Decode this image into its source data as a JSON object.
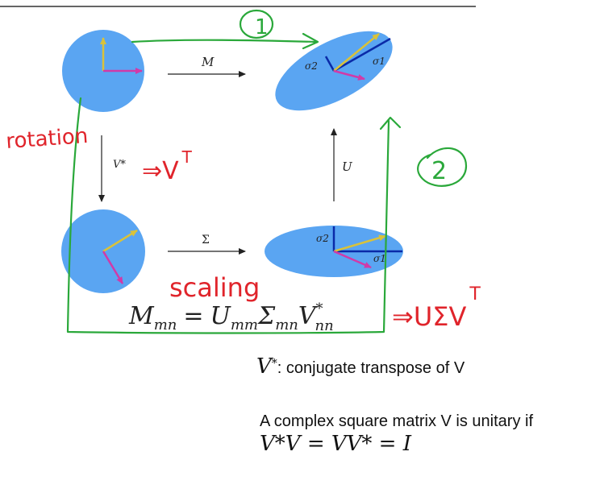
{
  "diagram": {
    "labels": {
      "M": "M",
      "U": "U",
      "Sigma": "Σ",
      "V_star": "V*",
      "sigma1": "σ1",
      "sigma2": "σ2",
      "sigma1_bottom": "σ1",
      "sigma2_bottom": "σ2"
    },
    "formula": {
      "lhs": "M",
      "lhs_sub": "mn",
      "eq": "=",
      "u": "U",
      "u_sub": "mm",
      "s": "Σ",
      "s_sub": "mn",
      "v": "V",
      "v_sup": "*",
      "v_sub": "nn"
    },
    "annotations": {
      "step1": "1",
      "step2": "2",
      "rotation": "rotation",
      "vt": "⇒V",
      "vt_sup": "T",
      "scaling": "scaling",
      "result": "⇒UΣV",
      "result_sup": "T"
    },
    "colors": {
      "disc_fill": "#5aa5f2",
      "yellow_vector": "#d9c23a",
      "magenta_vector": "#d13aa8",
      "axis_blue": "#0a2aa8",
      "annotation_red": "#e0242b",
      "annotation_green": "#2aa83a",
      "arrow_black": "#222222"
    }
  },
  "captions": {
    "vstar_symbol": "V",
    "vstar_sup": "*",
    "vstar_text": ": conjugate transpose of V",
    "unitary_text": "A complex square matrix V is unitary if",
    "unitary_formula": "V*V = VV* = I"
  }
}
